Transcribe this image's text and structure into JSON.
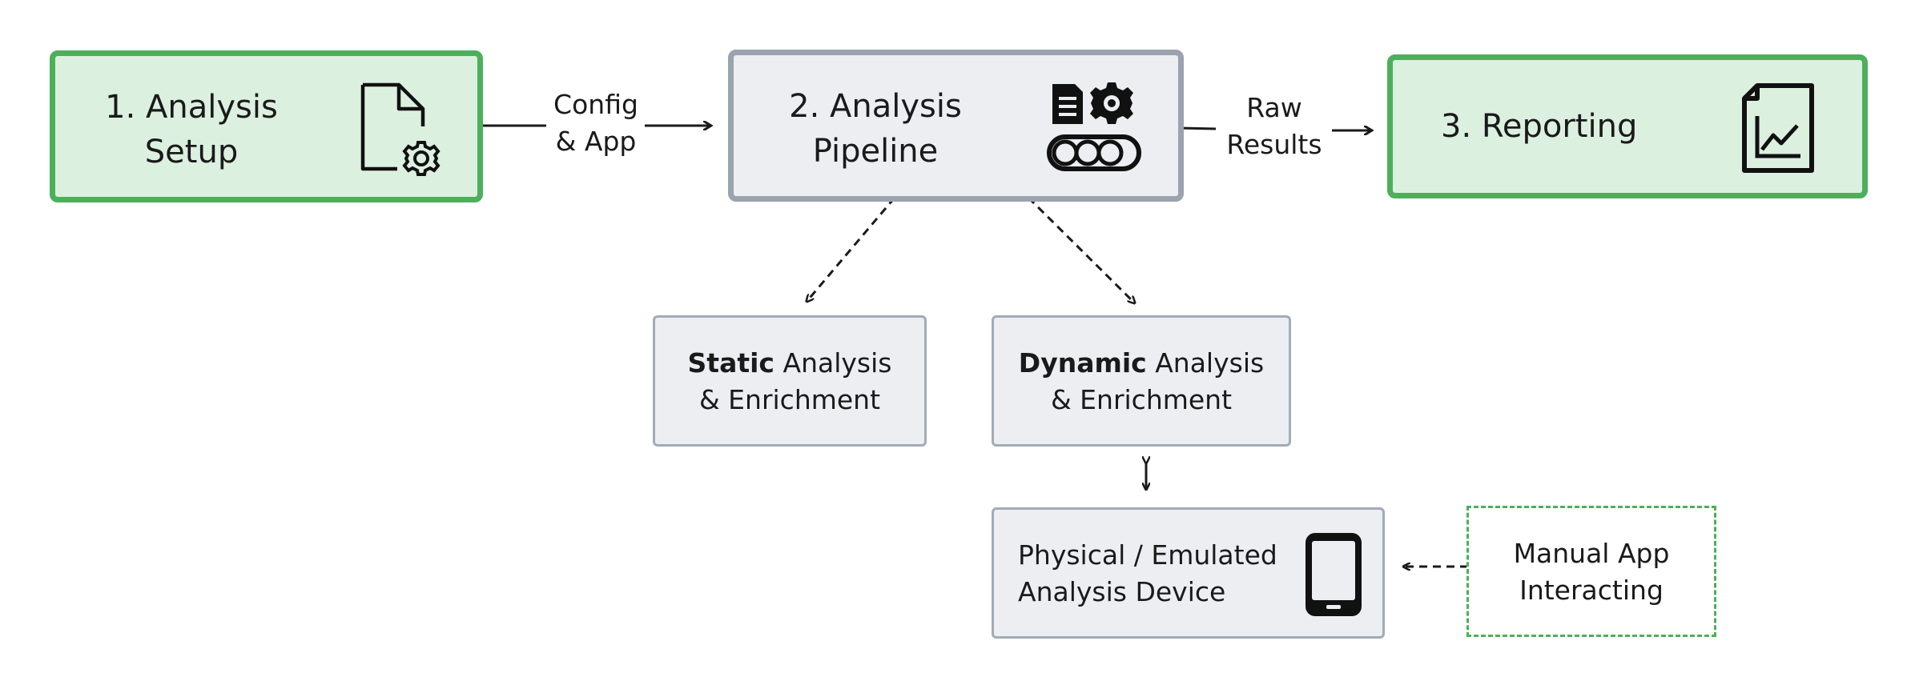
{
  "setup": {
    "line1": "1. Analysis",
    "line2": "Setup"
  },
  "config_label": {
    "line1": "Config",
    "line2": "& App"
  },
  "pipeline": {
    "line1": "2. Analysis",
    "line2": "Pipeline"
  },
  "raw_label": {
    "line1": "Raw",
    "line2": "Results"
  },
  "reporting": {
    "label": "3. Reporting"
  },
  "static_box": {
    "bold": "Static",
    "rest": " Analysis",
    "line2": "& Enrichment"
  },
  "dynamic_box": {
    "bold": "Dynamic",
    "rest": " Analysis",
    "line2": "& Enrichment"
  },
  "device_box": {
    "line1": "Physical / Emulated",
    "line2": "Analysis Device"
  },
  "manual_box": {
    "line1": "Manual App",
    "line2": "Interacting"
  },
  "colors": {
    "green_border": "#4cb05a",
    "green_fill": "#dcf0e0",
    "gray_border": "#9aa3ae",
    "gray_fill": "#eceef1"
  },
  "icons": [
    "document-gear-icon",
    "pipeline-gears-icon",
    "report-chart-icon",
    "smartphone-icon"
  ]
}
